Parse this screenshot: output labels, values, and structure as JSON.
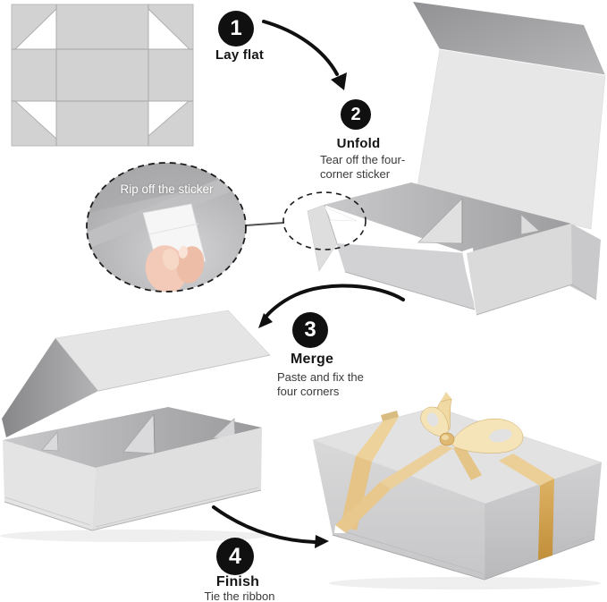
{
  "steps": [
    {
      "number": "1",
      "label": "Lay flat",
      "desc_line1": "",
      "desc_line2": ""
    },
    {
      "number": "2",
      "label": "Unfold",
      "desc_line1": "Tear off the four-",
      "desc_line2": "corner sticker"
    },
    {
      "number": "3",
      "label": "Merge",
      "desc_line1": "Paste and fix the",
      "desc_line2": "four corners"
    },
    {
      "number": "4",
      "label": "Finish",
      "desc_line1": "Tie the ribbon",
      "desc_line2": ""
    }
  ],
  "callout": {
    "label": "Rip off the sticker"
  },
  "icons": {
    "arrow_1_2": "curved-black-arrow",
    "arrow_2_3": "curved-black-arrow",
    "arrow_4_gift": "curved-black-arrow",
    "focus_marker": "dashed-ellipse",
    "callout_marker": "dashed-ellipse-magnifier"
  },
  "colors": {
    "background": "#ffffff",
    "badge": "#101010",
    "arrow": "#101010",
    "box_gray_light": "#e3e3e4",
    "box_gray_medium": "#cfcfd1",
    "box_gray_dark": "#9c9c9f",
    "ribbon_gold_light": "#f4e2b4",
    "ribbon_gold": "#e6c78c",
    "ribbon_gold_deep": "#c28f3a",
    "skin": "#f0c8b4"
  }
}
